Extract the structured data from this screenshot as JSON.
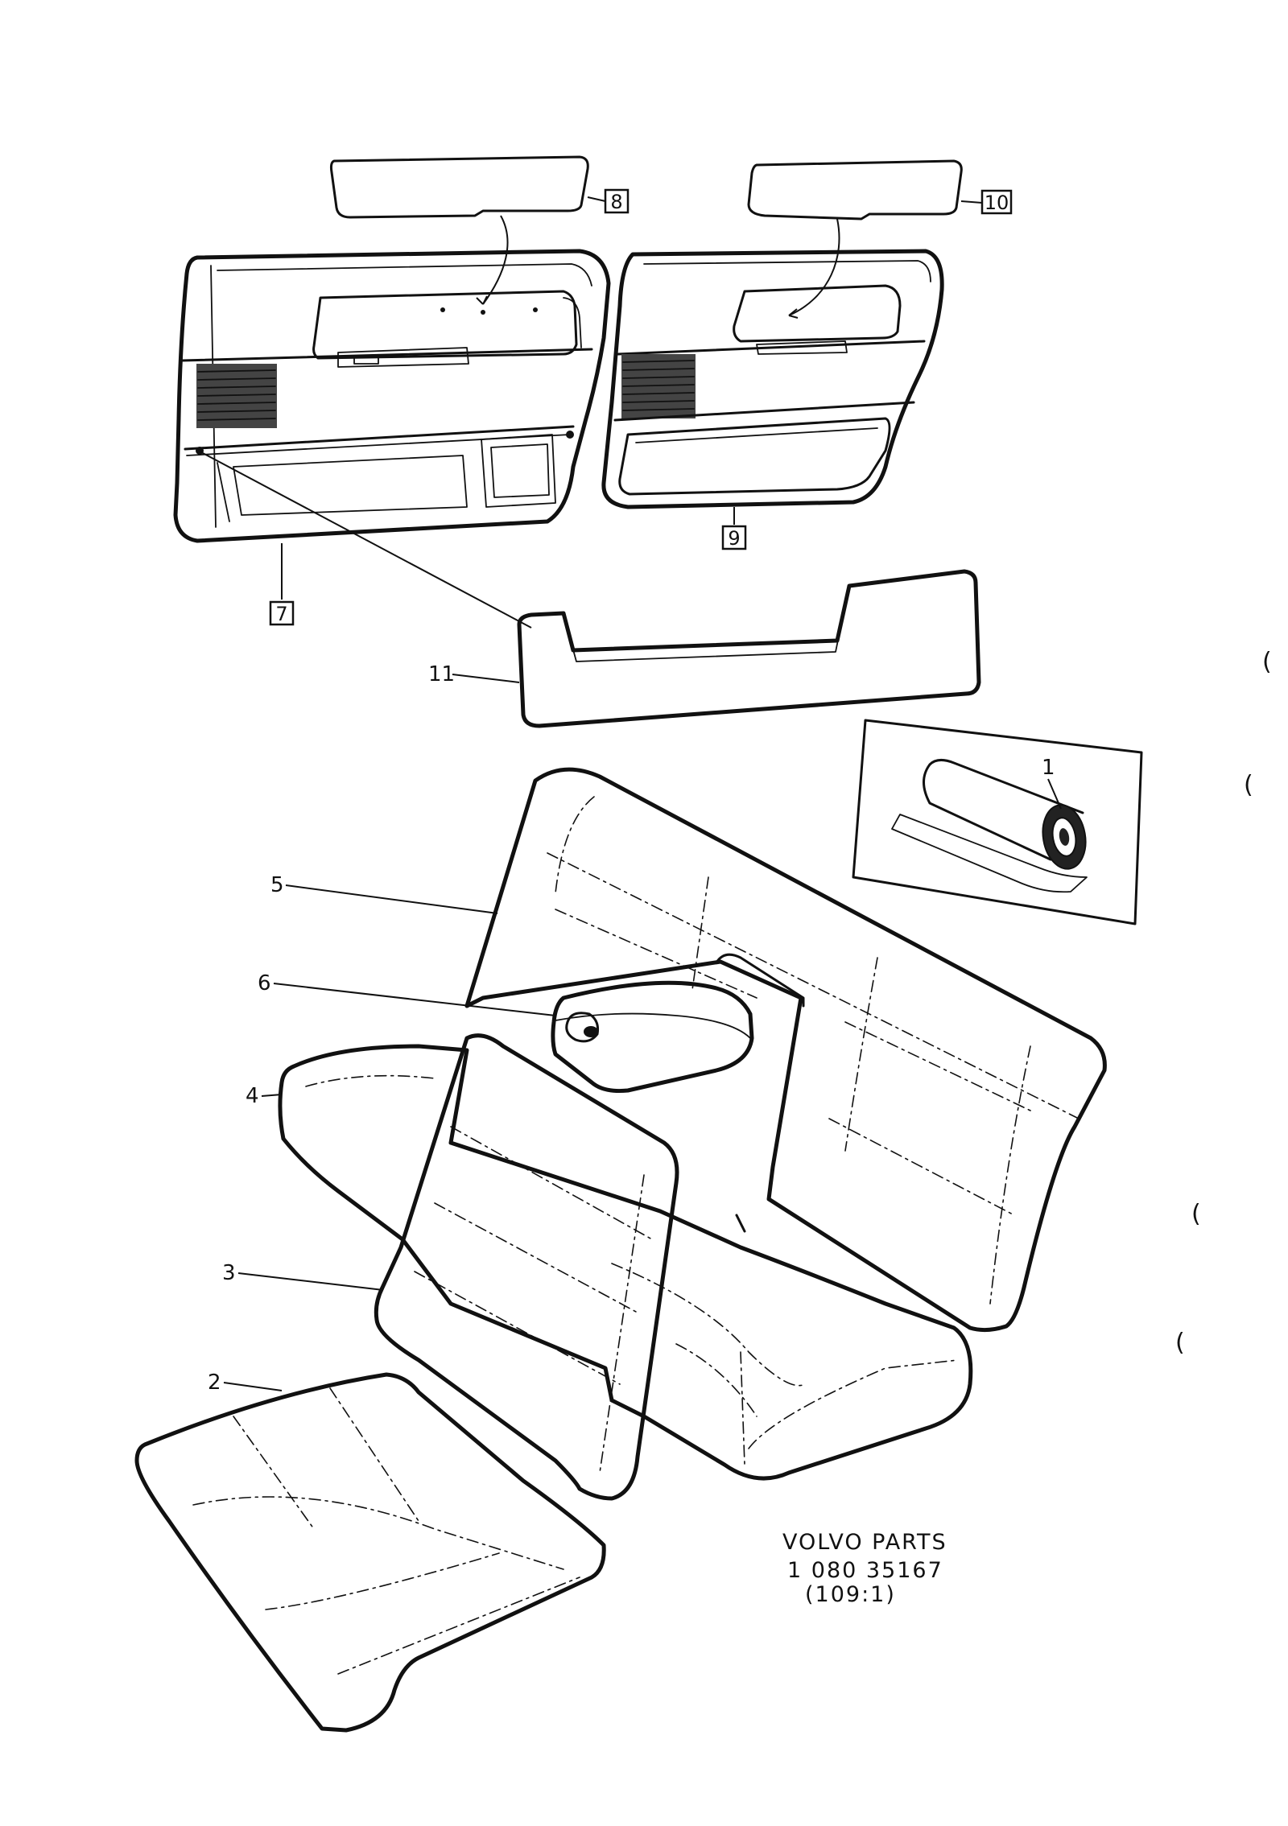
{
  "callouts": {
    "c1": "1",
    "c2": "2",
    "c3": "3",
    "c4": "4",
    "c5": "5",
    "c6": "6",
    "c7": "7",
    "c8": "8",
    "c9": "9",
    "c10": "10",
    "c11": "11"
  },
  "footer": {
    "line1": "VOLVO PARTS",
    "line2": "1 080 35167",
    "line3": "(109:1)"
  },
  "margin_marks": [
    "(",
    "(",
    "(",
    "("
  ]
}
